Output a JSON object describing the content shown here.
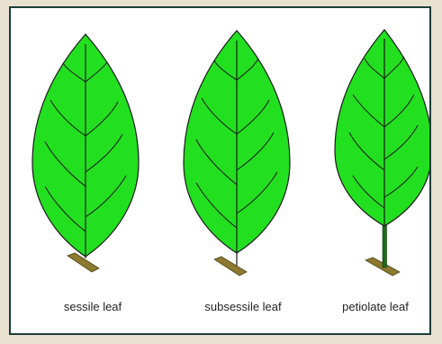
{
  "colors": {
    "background": "#e9e2d0",
    "frame_border": "#1e3d3a",
    "leaf_fill": "#22e01f",
    "leaf_outline": "#1a1a1a",
    "stem_brown": "#8b7a2f",
    "petiole_green": "#1f6b1c"
  },
  "leaves": [
    {
      "label": "sessile leaf"
    },
    {
      "label": "subsessile leaf"
    },
    {
      "label": "petiolate leaf"
    }
  ]
}
